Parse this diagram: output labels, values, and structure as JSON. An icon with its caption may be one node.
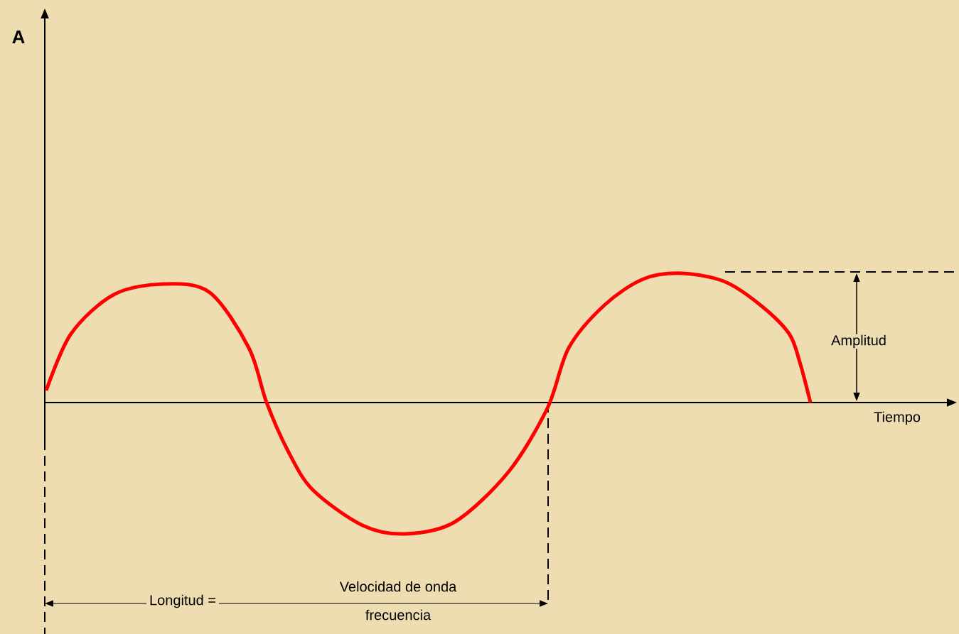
{
  "diagram": {
    "labels": [
      "A",
      "Amplitud",
      "Tiempo",
      "Longitud =",
      "Velocidad de onda",
      "frecuencia"
    ]
  }
}
